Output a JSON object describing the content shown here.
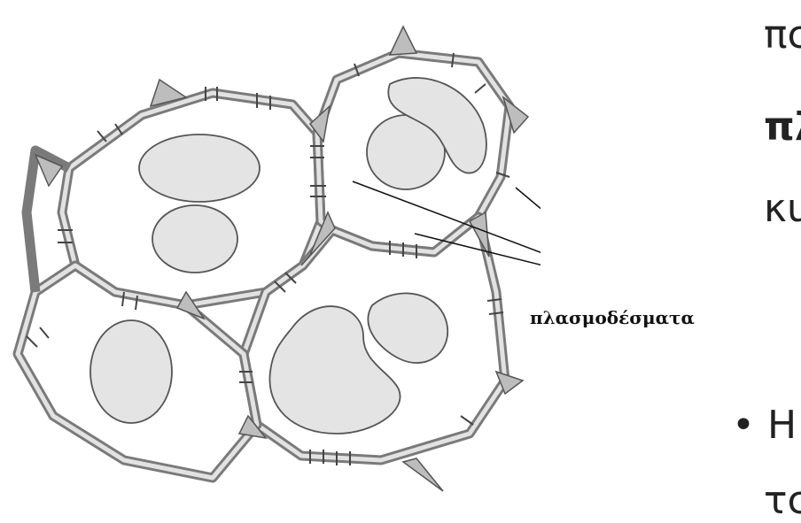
{
  "diagram": {
    "label": "πλασμοδέσματα"
  },
  "slide_text": {
    "line1": "πc",
    "line2": "πλ",
    "line3": "κu",
    "bullet_line": "• H",
    "line5": "τc"
  }
}
